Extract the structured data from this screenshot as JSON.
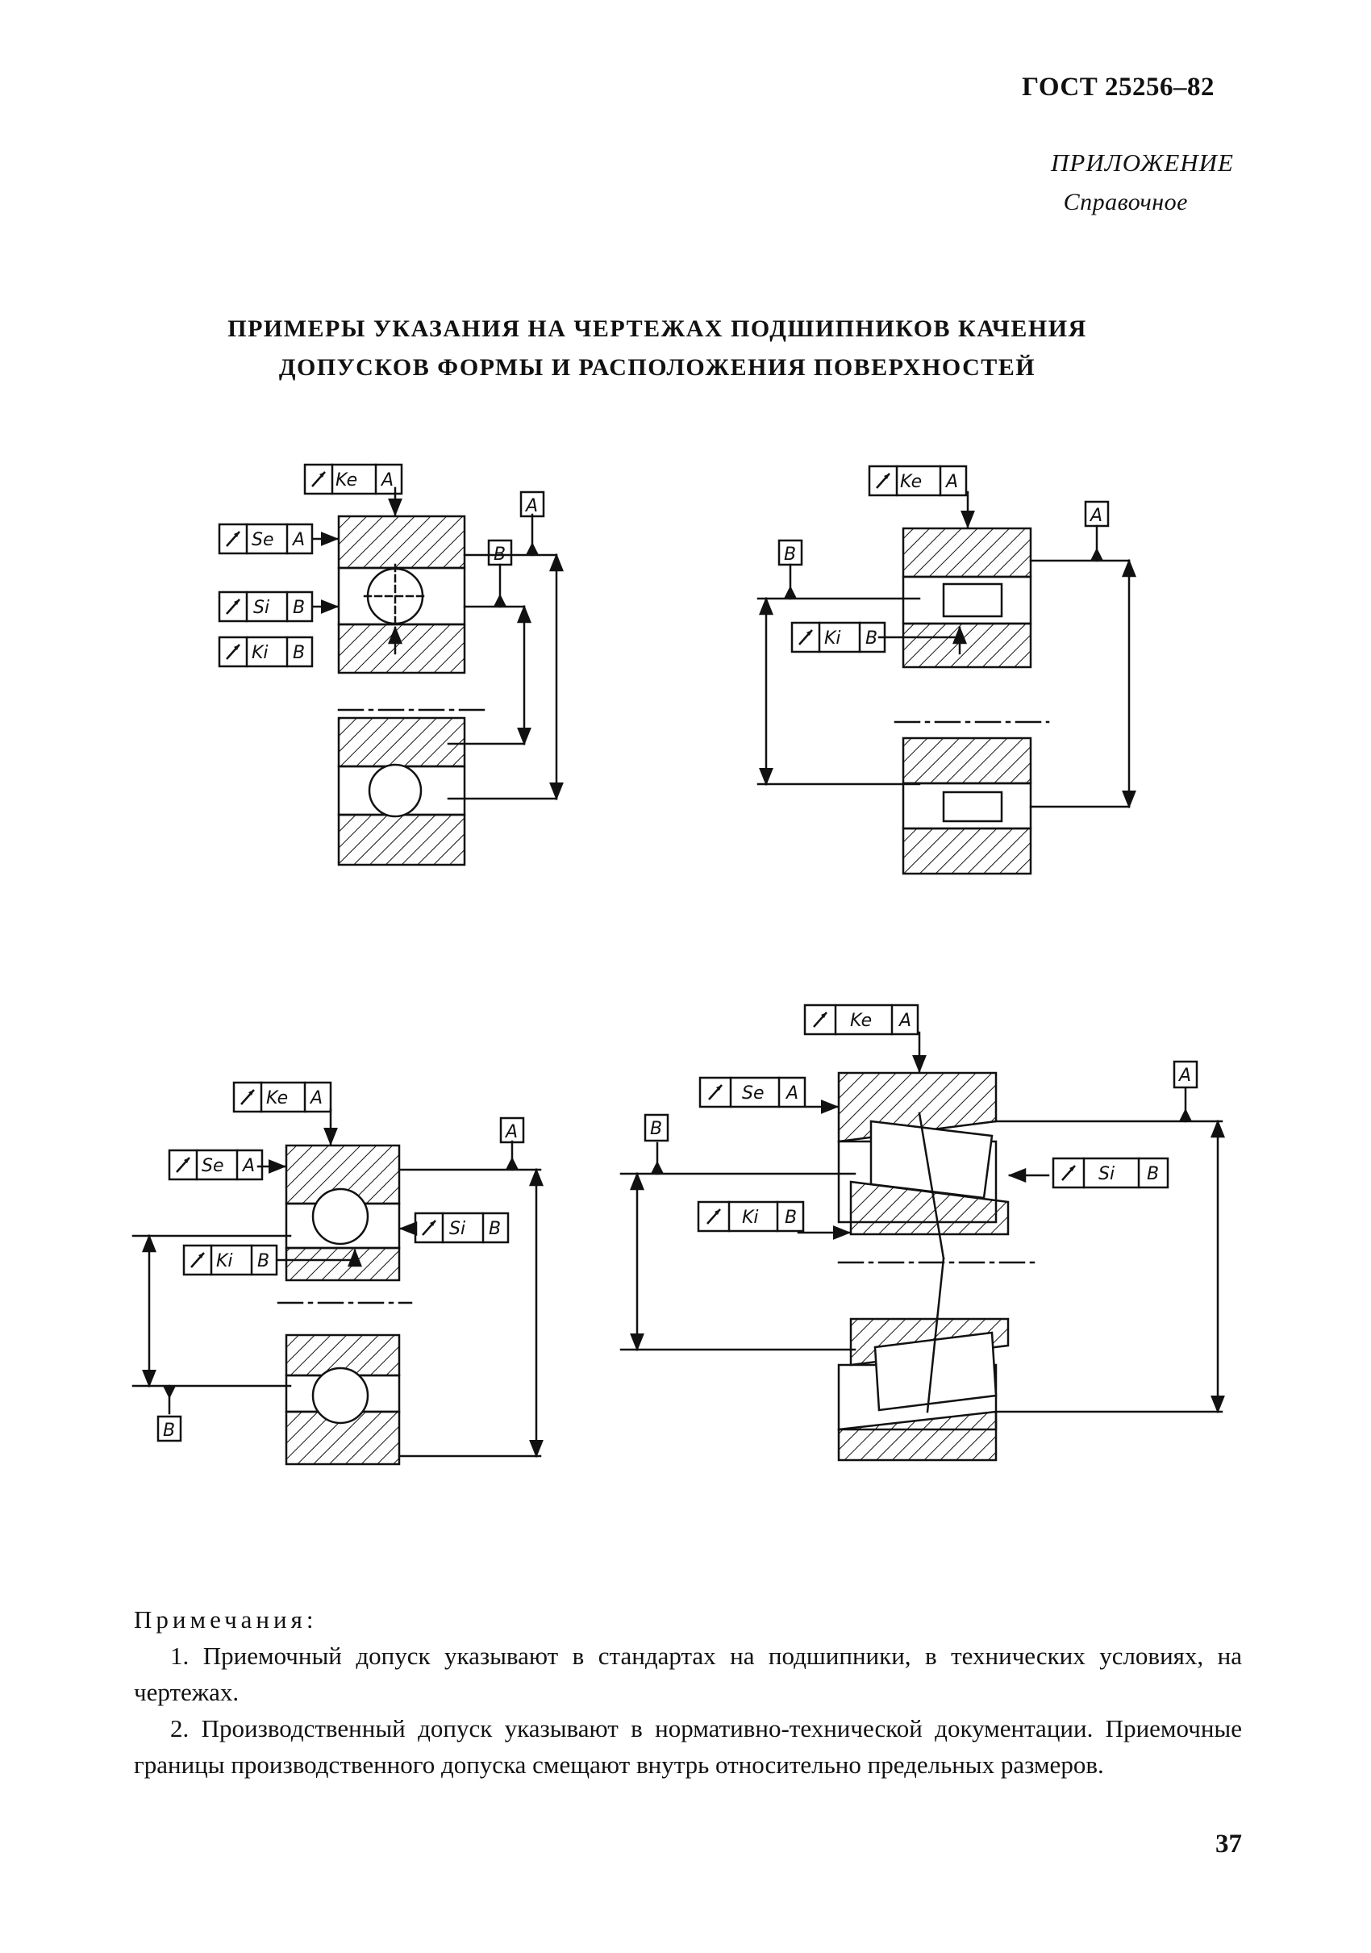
{
  "header": {
    "standard_number": "ГОСТ 25256–82",
    "appendix": "ПРИЛОЖЕНИЕ",
    "appendix_type": "Справочное"
  },
  "title": {
    "line1": "ПРИМЕРЫ УКАЗАНИЯ НА ЧЕРТЕЖАХ ПОДШИПНИКОВ КАЧЕНИЯ",
    "line2": "ДОПУСКОВ ФОРМЫ И РАСПОЛОЖЕНИЯ ПОВЕРХНОСТЕЙ"
  },
  "drawings": {
    "frame_labels": {
      "ke_a": "Ke",
      "se_a": "Se",
      "si_b": "Si",
      "ki_b": "Ki",
      "base_a": "A",
      "base_b": "B"
    }
  },
  "notes": {
    "heading": "Примечания:",
    "item1": "1. Приемочный допуск указывают в стандартах на подшипники, в технических условиях, на чертежах.",
    "item2": "2. Производственный допуск указывают в нормативно-технической документации. Приемочные границы производственного допуска смещают внутрь относительно предельных размеров."
  },
  "page_number": "37"
}
